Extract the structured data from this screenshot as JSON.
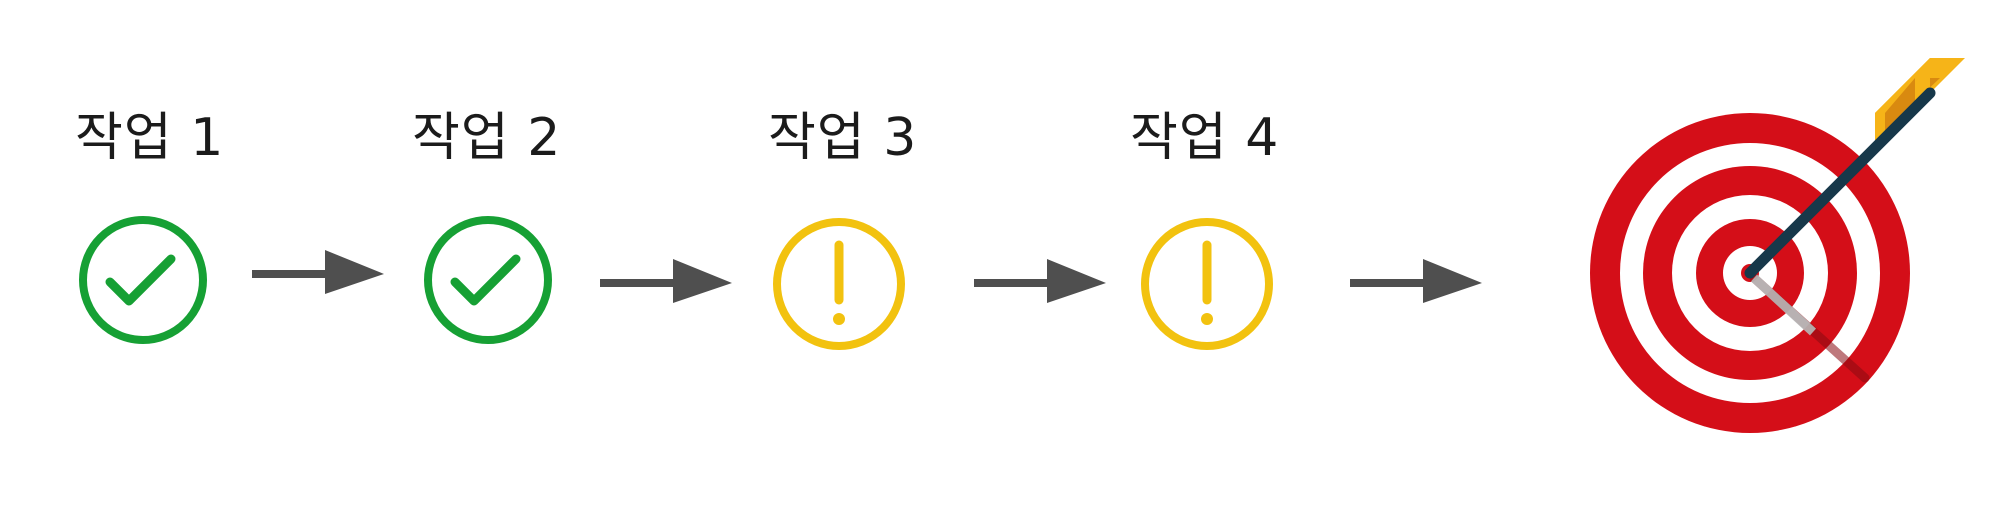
{
  "steps": [
    {
      "label": "작업 1",
      "status": "complete",
      "icon": "check-circle-icon"
    },
    {
      "label": "작업 2",
      "status": "complete",
      "icon": "check-circle-icon"
    },
    {
      "label": "작업 3",
      "status": "warning",
      "icon": "exclamation-circle-icon"
    },
    {
      "label": "작업 4",
      "status": "warning",
      "icon": "exclamation-circle-icon"
    }
  ],
  "goal": {
    "icon": "bullseye-target-arrow-icon"
  },
  "colors": {
    "complete": "#16a034",
    "warning": "#f2c20f",
    "arrow": "#4f4f4f",
    "target_red": "#d40e18",
    "target_white": "#ffffff",
    "arrow_shaft": "#17384a",
    "fletching": "#f6b418",
    "fletching_dark": "#d98a10"
  }
}
